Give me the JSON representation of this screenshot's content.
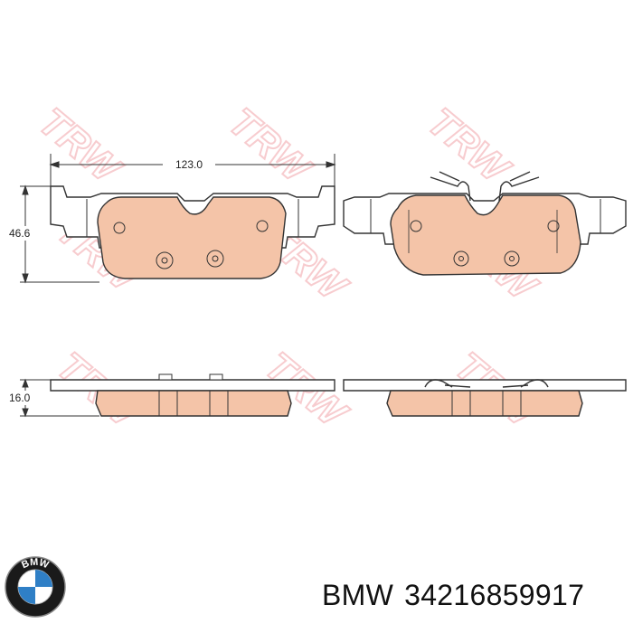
{
  "watermark": {
    "text": "TRW",
    "color": "#f2a3a8"
  },
  "dimensions": {
    "width_label": "123.0",
    "height_label": "46.6",
    "thickness_label": "16.0"
  },
  "colors": {
    "friction_material": "#f4c4a8",
    "outline": "#333333",
    "backing_plate": "#ffffff"
  },
  "brand": {
    "name": "BMW",
    "part_number": "34216859917",
    "logo_letters": "BMW",
    "logo_icon": "bmw-roundel-icon"
  }
}
